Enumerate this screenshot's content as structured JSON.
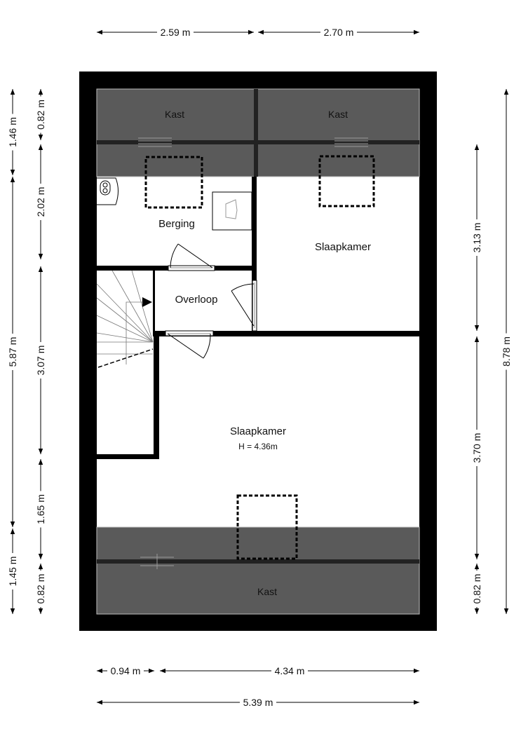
{
  "rooms": {
    "kast_top_left": "Kast",
    "kast_top_right": "Kast",
    "kast_bottom": "Kast",
    "berging": "Berging",
    "overloop": "Overloop",
    "slaapkamer_1": "Slaapkamer",
    "slaapkamer_2": "Slaapkamer",
    "slaapkamer_2_height": "H = 4.36m"
  },
  "dimensions": {
    "top": [
      "2.59 m",
      "2.70 m"
    ],
    "bottom_row1": [
      "0.94 m",
      "4.34 m"
    ],
    "bottom_row2": [
      "5.39 m"
    ],
    "left_outer": [
      "1.46 m",
      "5.87 m",
      "1.45 m"
    ],
    "left_inner": [
      "0.82 m",
      "2.02 m",
      "3.07 m",
      "1.65 m",
      "0.82 m"
    ],
    "right_inner": [
      "3.13 m",
      "3.70 m",
      "0.82 m"
    ],
    "right_outer": [
      "8.78 m"
    ]
  },
  "colors": {
    "wall": "#000000",
    "kast": "#5a5a5a",
    "background": "#ffffff"
  }
}
